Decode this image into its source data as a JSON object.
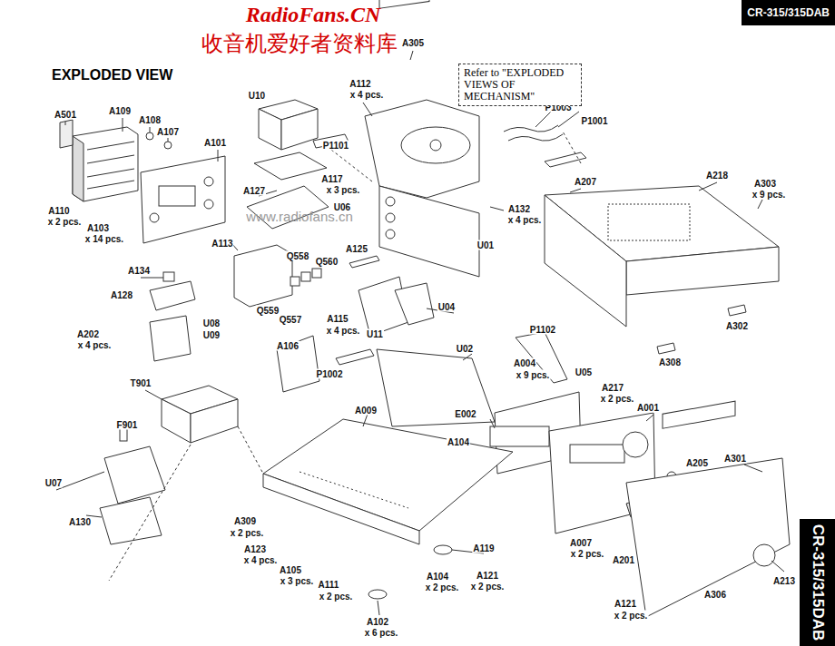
{
  "diagram": {
    "title": "EXPLODED VIEW",
    "nodes": [
      {
        "text": [
          "CR-315/315DAB"
        ]
      },
      {
        "text": [
          "Refer to \"EXPLODED VIEWS OF MECHANISM\""
        ]
      },
      {
        "text": [
          "CR-315/315DAB"
        ]
      }
    ],
    "labels": [
      "RadioFans.CN",
      "收音机爱好者资料库",
      "www.radiofans.cn",
      "A501",
      "A109",
      "A108",
      "A107",
      "A101",
      "U10",
      "P1101",
      "A305",
      "A112",
      "x 4 pcs.",
      "P1003",
      "P1001",
      "A207",
      "A218",
      "A303",
      "x 9 pcs.",
      "A117",
      "x 3 pcs.",
      "A127",
      "U06",
      "A132",
      "x 4 pcs.",
      "A110",
      "x 2 pcs.",
      "A103",
      "x 14 pcs.",
      "A113",
      "Q558",
      "Q560",
      "A125",
      "U01",
      "A134",
      "A128",
      "Q559",
      "Q557",
      "A115",
      "x 4 pcs.",
      "U04",
      "A202",
      "x 4 pcs.",
      "U08",
      "U09",
      "U11",
      "A302",
      "A308",
      "T901",
      "A106",
      "P1002",
      "U02",
      "P1102",
      "A004",
      "x 9 pcs.",
      "U05",
      "A217",
      "x 2 pcs.",
      "A001",
      "A009",
      "F901",
      "E002",
      "A104",
      "A205",
      "A301",
      "U07",
      "A130",
      "A309",
      "x 2 pcs.",
      "A123",
      "x 4 pcs.",
      "A105",
      "x 3 pcs.",
      "A111",
      "x 2 pcs.",
      "A119",
      "A104",
      "x 2 pcs.",
      "A121",
      "x 2 pcs.",
      "A102",
      "x 6 pcs.",
      "A007",
      "x 2 pcs.",
      "A201",
      "A213",
      "A306",
      "A121",
      "x 2 pcs."
    ]
  }
}
